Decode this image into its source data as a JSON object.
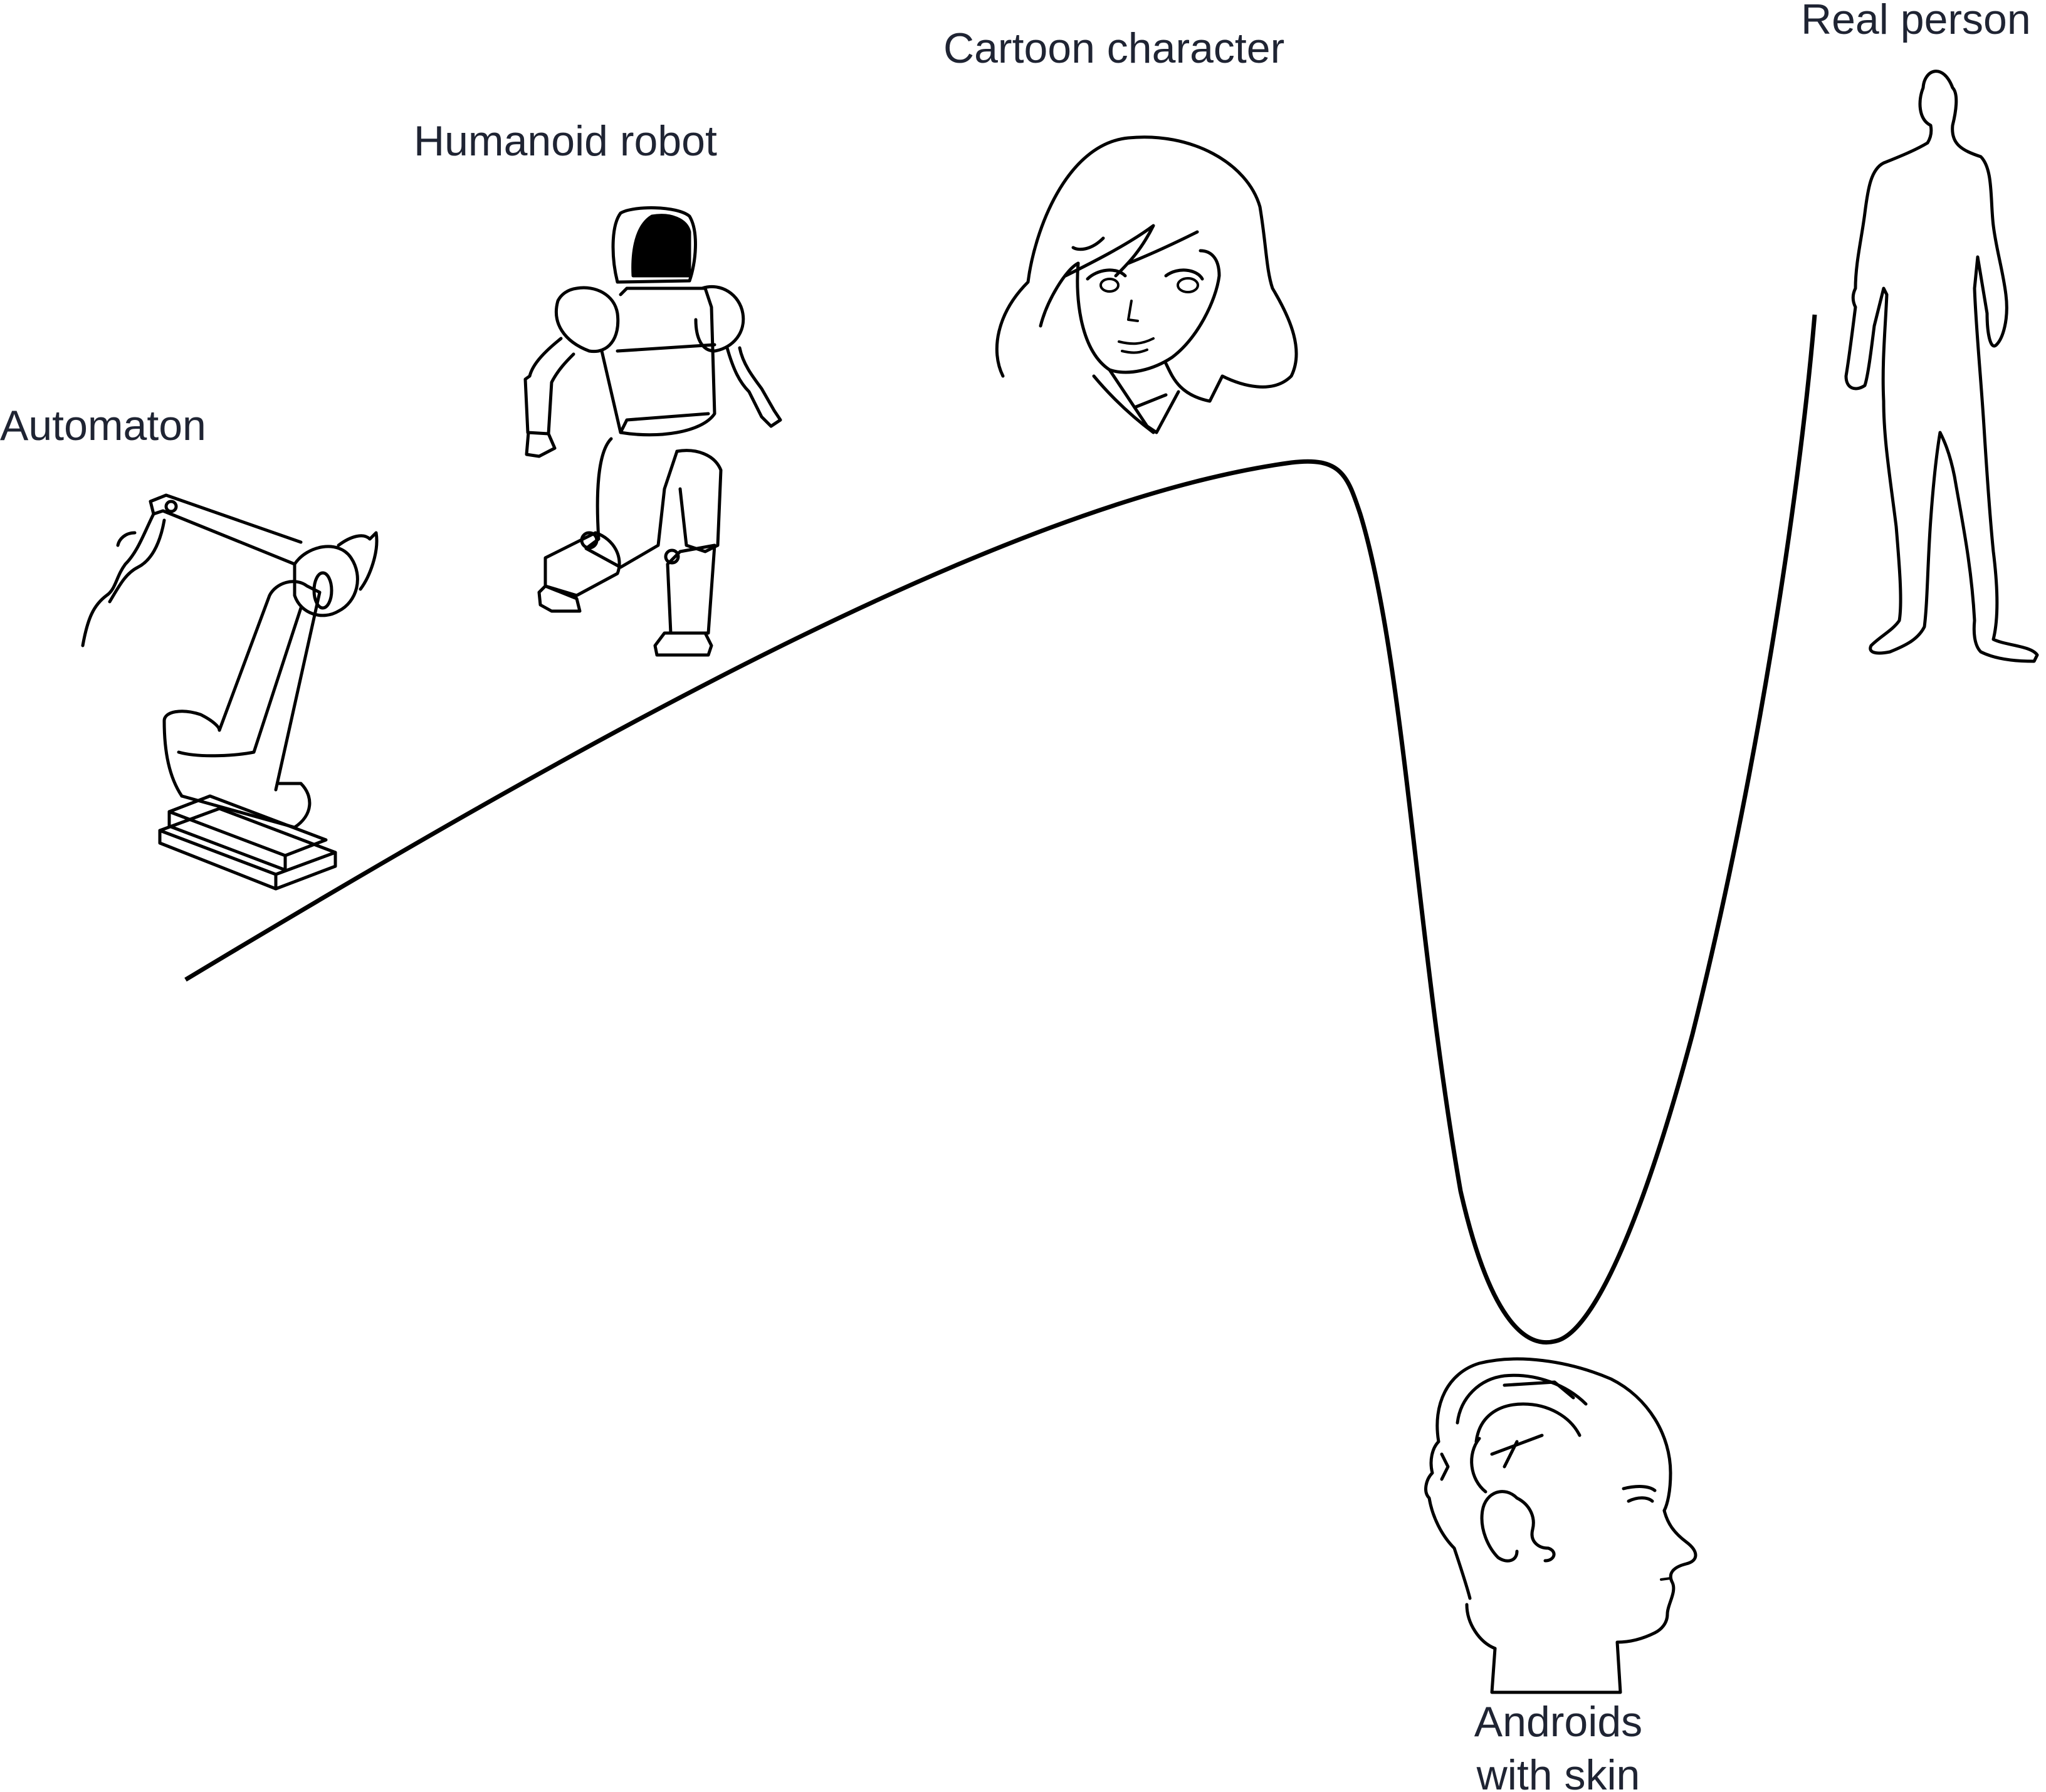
{
  "labels": {
    "automaton": "Automaton",
    "humanoid_robot": "Humanoid robot",
    "cartoon_character": "Cartoon character",
    "real_person": "Real person",
    "androids_line1": "Androids",
    "androids_line2": "with skin"
  },
  "icons": [
    "robot-arm-icon",
    "humanoid-robot-icon",
    "cartoon-girl-icon",
    "human-silhouette-icon",
    "android-head-icon"
  ],
  "colors": {
    "line": "#000000",
    "text": "#1f2433",
    "background": "#ffffff"
  }
}
